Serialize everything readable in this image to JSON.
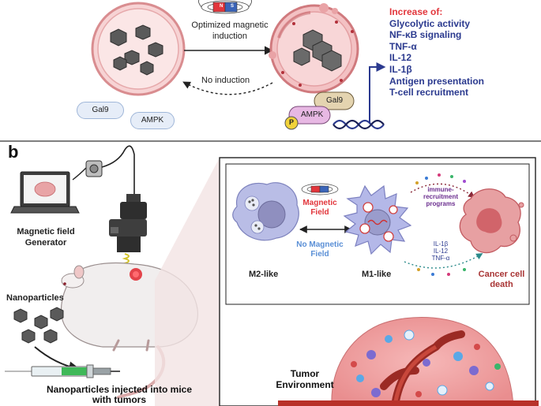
{
  "panel_a": {
    "magnet_n": "N",
    "magnet_s": "S",
    "induction_label_line1": "Optimized magnetic",
    "induction_label_line2": "induction",
    "no_induction_label": "No induction",
    "gal9_pill": "Gal9",
    "ampk_pill": "AMPK",
    "gal9_right": "Gal9",
    "ampk_right": "AMPK",
    "phospho": "P",
    "increase_title": "Increase of:",
    "increase_items": [
      "Glycolytic activity",
      "NF-κB signaling",
      "TNF-α",
      "IL-12",
      "IL-1β",
      "Antigen presentation",
      "T-cell recruitment"
    ]
  },
  "panel_b": {
    "panel_letter": "b",
    "generator_line1": "Magnetic field",
    "generator_line2": "Generator",
    "nanoparticles_label": "Nanoparticles",
    "injected_line1": "Nanoparticles injected into mice",
    "injected_line2": "with tumors",
    "magnetic_field_line1": "Magnetic",
    "magnetic_field_line2": "Field",
    "no_magnetic_line1": "No Magnetic",
    "no_magnetic_line2": "Field",
    "m2_label": "M2-like",
    "m1_label": "M1-like",
    "immune_line1": "immune-",
    "immune_line2": "recruitment",
    "immune_line3": "programs",
    "cytokine_1": "IL-1β",
    "cytokine_2": "IL-12",
    "cytokine_3": "TNF-α",
    "cancer_line1": "Cancer cell",
    "cancer_line2": "death",
    "tumor_line1": "Tumor",
    "tumor_line2": "Environment"
  },
  "colors": {
    "red_label": "#e2363c",
    "blue_label": "#2b3a8f",
    "light_blue_label": "#5a8fd6",
    "dark_red_label": "#a83434",
    "purple_label": "#6b2e8f",
    "cell_pink": "#f3c1c3",
    "macrophage": "#b9bde6",
    "nanoparticle": "#555555"
  }
}
